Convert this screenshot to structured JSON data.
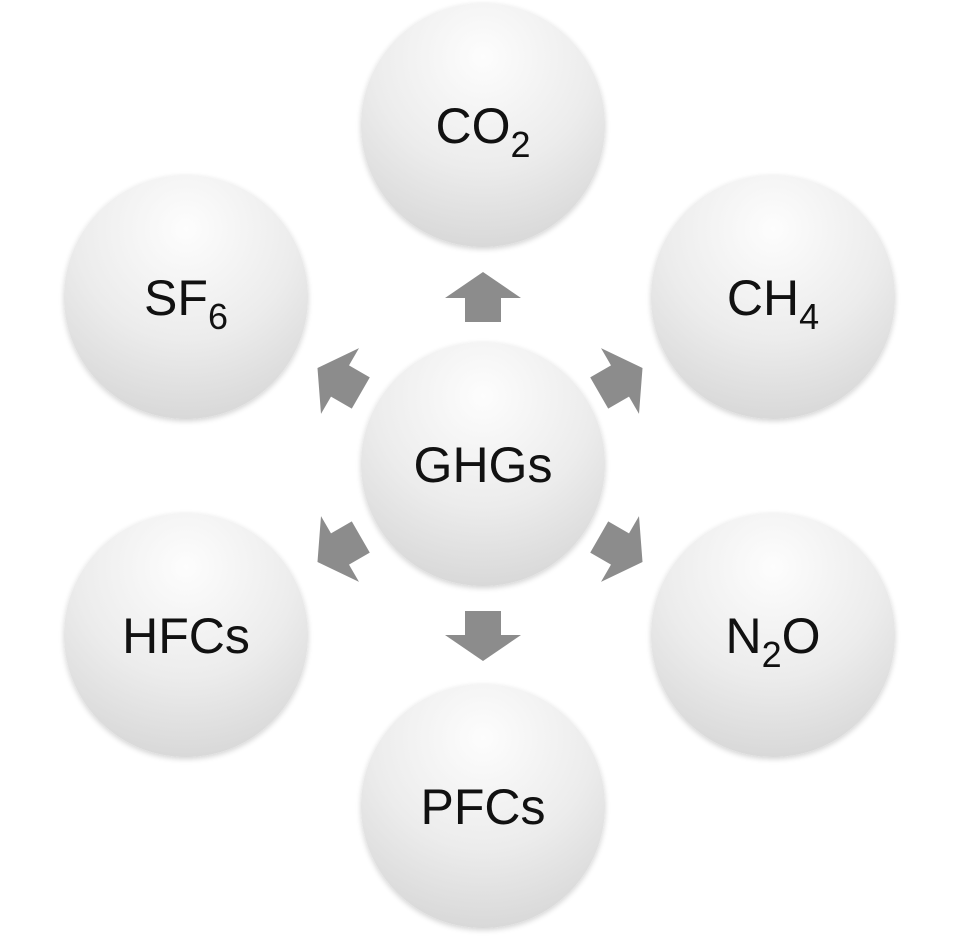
{
  "center": {
    "text": "GHGs"
  },
  "nodes": [
    {
      "id": "co2",
      "base": "CO",
      "sub": "2",
      "tail": ""
    },
    {
      "id": "ch4",
      "base": "CH",
      "sub": "4",
      "tail": ""
    },
    {
      "id": "n2o",
      "base": "N",
      "sub": "2",
      "tail": "O"
    },
    {
      "id": "pfcs",
      "base": "PFCs",
      "sub": "",
      "tail": ""
    },
    {
      "id": "hfcs",
      "base": "HFCs",
      "sub": "",
      "tail": ""
    },
    {
      "id": "sf6",
      "base": "SF",
      "sub": "6",
      "tail": ""
    }
  ],
  "colors": {
    "circle_light": "#fbfbfb",
    "circle_dark": "#d9d9d9",
    "arrow": "#8c8c8c",
    "text": "#111111"
  }
}
